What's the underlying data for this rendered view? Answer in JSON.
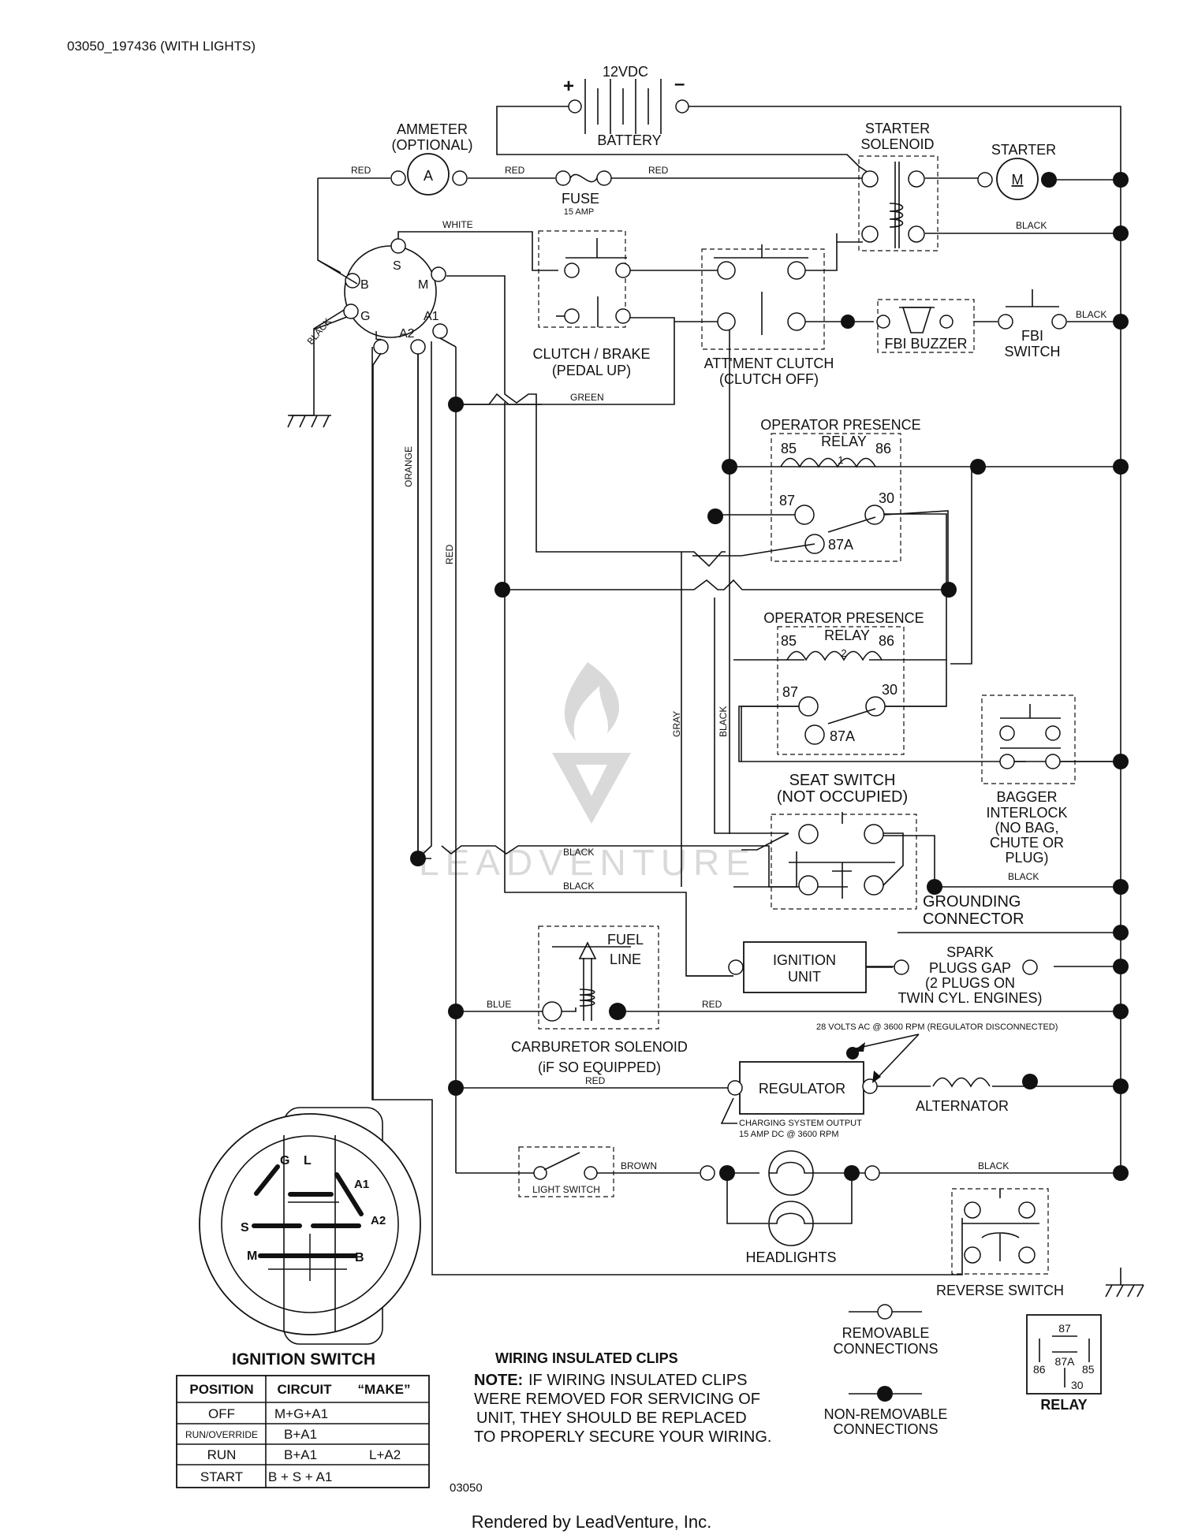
{
  "header": {
    "doc_id": "03050_197436 (WITH LIGHTS)"
  },
  "battery": {
    "voltage": "12VDC",
    "label": "BATTERY",
    "plus": "+",
    "minus": "–"
  },
  "ammeter": {
    "label": "AMMETER",
    "sub": "(OPTIONAL)",
    "symbol": "A"
  },
  "fuse": {
    "label": "FUSE",
    "rating": "15 AMP"
  },
  "starter_solenoid": {
    "line1": "STARTER",
    "line2": "SOLENOID"
  },
  "starter": {
    "label": "STARTER",
    "symbol": "M"
  },
  "ignition_terminals": {
    "s": "S",
    "b": "B",
    "m": "M",
    "g": "G",
    "a1": "A1",
    "l": "L",
    "a2": "A2"
  },
  "clutch_brake": {
    "line1": "CLUTCH / BRAKE",
    "line2": "(PEDAL UP)"
  },
  "attment_clutch": {
    "line1": "ATT'MENT CLUTCH",
    "line2": "(CLUTCH OFF)"
  },
  "fbi_buzzer": {
    "label": "FBI BUZZER"
  },
  "fbi_switch": {
    "line1": "FBI",
    "line2": "SWITCH"
  },
  "relay1": {
    "line1": "OPERATOR PRESENCE",
    "line2": "RELAY",
    "num": "1",
    "t85": "85",
    "t86": "86",
    "t87": "87",
    "t30": "30",
    "t87a": "87A"
  },
  "relay2": {
    "line1": "OPERATOR PRESENCE",
    "line2": "RELAY",
    "num": "2",
    "t85": "85",
    "t86": "86",
    "t87": "87",
    "t30": "30",
    "t87a": "87A"
  },
  "seat_switch": {
    "line1": "SEAT SWITCH",
    "line2": "(NOT OCCUPIED)"
  },
  "bagger_interlock": {
    "line1": "BAGGER",
    "line2": "INTERLOCK",
    "line3": "(NO BAG,",
    "line4": "CHUTE OR",
    "line5": "PLUG)"
  },
  "grounding_connector": {
    "line1": "GROUNDING",
    "line2": "CONNECTOR"
  },
  "ignition_unit": {
    "line1": "IGNITION",
    "line2": "UNIT"
  },
  "spark_plugs": {
    "line1": "SPARK",
    "line2": "PLUGS GAP",
    "line3": "(2 PLUGS ON",
    "line4": "TWIN CYL. ENGINES)"
  },
  "fuel_line": {
    "line1": "FUEL",
    "line2": "LINE"
  },
  "carb_solenoid": {
    "line1": "CARBURETOR SOLENOID",
    "line2": "(iF SO EQUIPPED)"
  },
  "regulator": {
    "label": "REGULATOR",
    "note": "28 VOLTS AC @ 3600 RPM (REGULATOR DISCONNECTED)",
    "out1": "CHARGING SYSTEM OUTPUT",
    "out2": "15 AMP DC @ 3600 RPM"
  },
  "alternator": {
    "label": "ALTERNATOR"
  },
  "light_switch": {
    "label": "LIGHT SWITCH"
  },
  "headlights": {
    "label": "HEADLIGHTS"
  },
  "reverse_switch": {
    "label": "REVERSE SWITCH"
  },
  "wires": {
    "red": "RED",
    "white": "WHITE",
    "black": "BLACK",
    "green": "GREEN",
    "orange": "ORANGE",
    "gray": "GRAY",
    "blue": "BLUE",
    "brown": "BROWN"
  },
  "ignition_switch": {
    "title": "IGNITION SWITCH",
    "pins": {
      "g": "G",
      "l": "L",
      "a1": "A1",
      "s": "S",
      "a2": "A2",
      "m": "M",
      "b": "B"
    },
    "table": {
      "headers": [
        "POSITION",
        "CIRCUIT",
        "“MAKE”"
      ],
      "rows": [
        {
          "position": "OFF",
          "circuit": "M+G+A1",
          "extra": ""
        },
        {
          "position": "RUN/OVERRIDE",
          "circuit": "B+A1",
          "extra": ""
        },
        {
          "position": "RUN",
          "circuit": "B+A1",
          "extra": "L+A2"
        },
        {
          "position": "START",
          "circuit": "B + S + A1",
          "extra": ""
        }
      ]
    }
  },
  "clips": {
    "title": "WIRING INSULATED CLIPS",
    "note_label": "NOTE:",
    "line1": "IF WIRING INSULATED CLIPS",
    "line2": "WERE REMOVED FOR SERVICING OF",
    "line3": "UNIT, THEY SHOULD BE REPLACED",
    "line4": "TO PROPERLY SECURE YOUR WIRING."
  },
  "legend": {
    "removable1": "REMOVABLE",
    "removable2": "CONNECTIONS",
    "nonremovable1": "NON-REMOVABLE",
    "nonremovable2": "CONNECTIONS"
  },
  "relay_legend": {
    "t87": "87",
    "t87a": "87A",
    "t86": "86",
    "t85": "85",
    "t30": "30",
    "label": "RELAY"
  },
  "footer": {
    "code": "03050",
    "rendered_by": "Rendered by LeadVenture, Inc.",
    "watermark": "LEADVENTURE"
  }
}
